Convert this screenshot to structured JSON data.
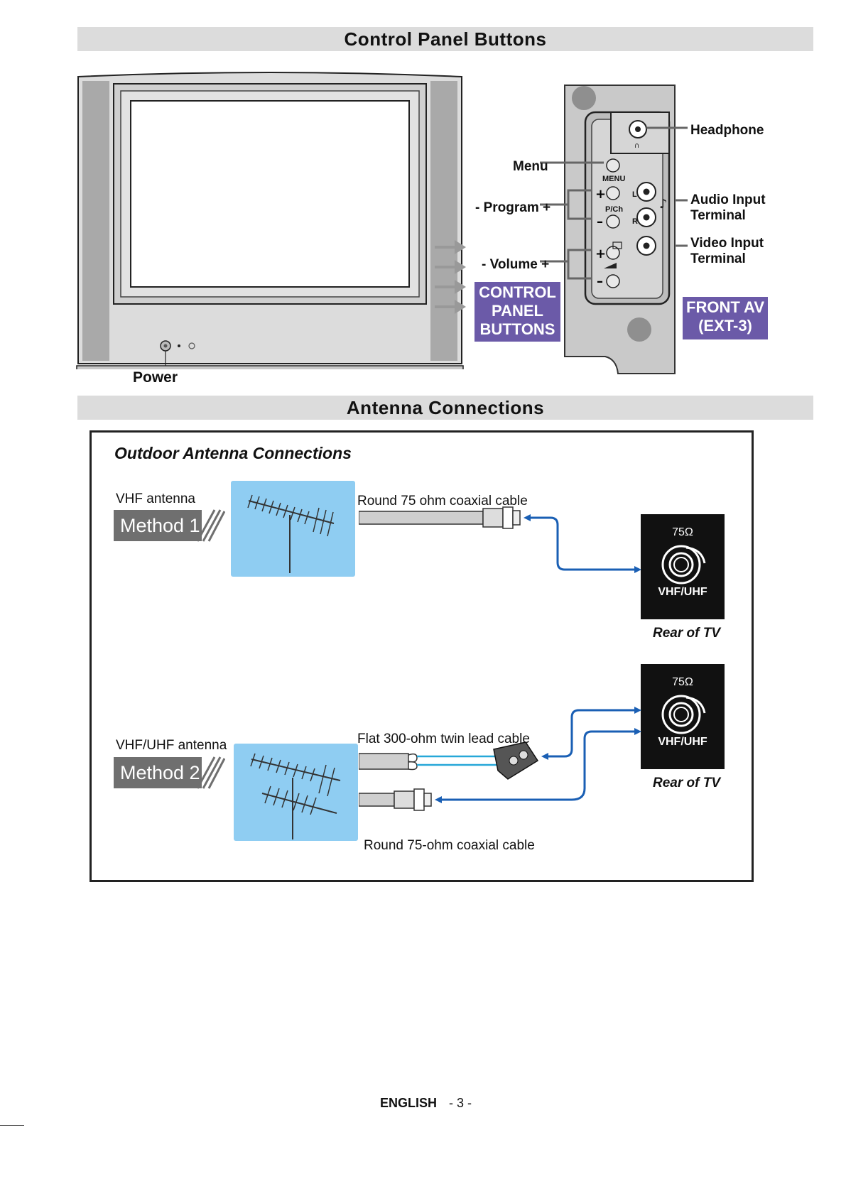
{
  "sections": {
    "control_title": "Control Panel Buttons",
    "antenna_title": "Antenna Connections"
  },
  "tv": {
    "power_label": "Power"
  },
  "control_labels": {
    "menu": "Menu",
    "program": "- Program +",
    "volume": "- Volume +",
    "headphone": "Headphone",
    "audio_input_1": "Audio Input",
    "audio_input_2": "Terminal",
    "video_input_1": "Video Input",
    "video_input_2": "Terminal",
    "menu_small": "MENU",
    "pch_small": "P/Ch",
    "l_small": "L",
    "r_small": "R"
  },
  "badges": {
    "control_panel": [
      "CONTROL",
      "PANEL",
      "BUTTONS"
    ],
    "front_av": [
      "FRONT AV",
      "(EXT-3)"
    ]
  },
  "antenna": {
    "box_title": "Outdoor Antenna Connections",
    "method1": {
      "antenna_label": "VHF antenna",
      "method_label": "Method 1",
      "cable_label": "Round 75 ohm coaxial cable",
      "ohm_label": "75Ω",
      "socket_label": "VHF/UHF",
      "rear_label": "Rear of TV"
    },
    "method2": {
      "antenna_label": "VHF/UHF antenna",
      "method_label": "Method 2",
      "twin_cable_label": "Flat 300-ohm twin lead cable",
      "coax_cable_label": "Round 75-ohm coaxial cable",
      "ohm_label": "75Ω",
      "socket_label": "VHF/UHF",
      "rear_label": "Rear of TV"
    }
  },
  "footer": {
    "language": "ENGLISH",
    "page": "- 3 -"
  },
  "colors": {
    "badge": "#6b5aa8",
    "sky": "#8fcdf2",
    "cable_blue": "#1a5fb4",
    "twin_lead": "#27a7d8"
  }
}
